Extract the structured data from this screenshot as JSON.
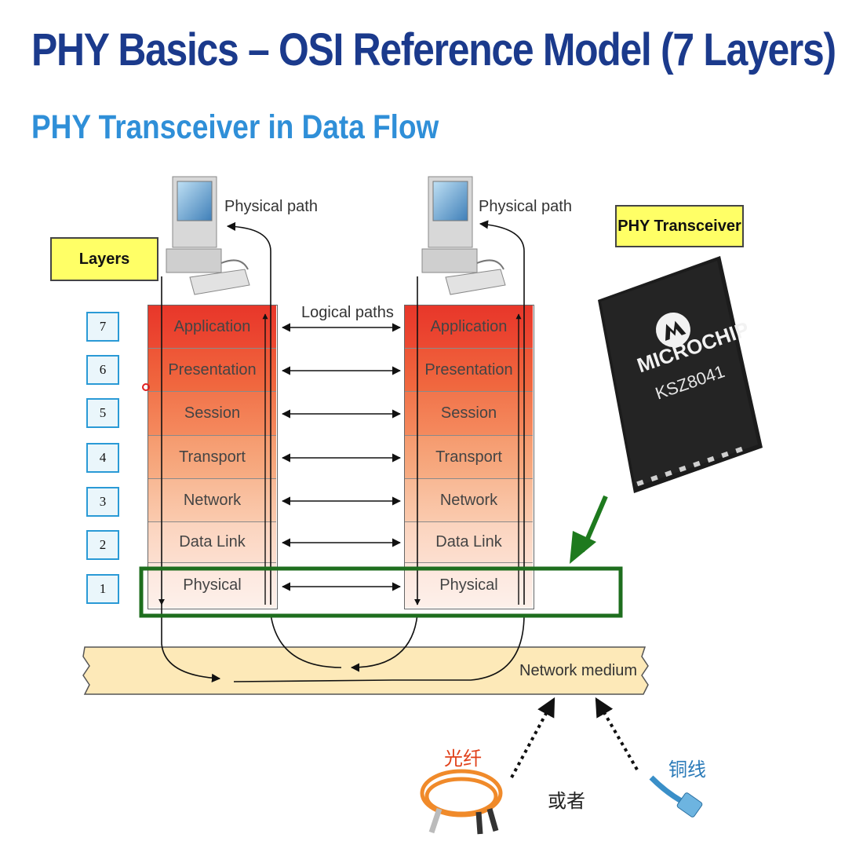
{
  "title": "PHY Basics – OSI Reference Model (7 Layers)",
  "subtitle": "PHY Transceiver in Data Flow",
  "layers_label": "Layers",
  "phy_transceiver_label": "PHY Transceiver",
  "physical_path_left": "Physical path",
  "physical_path_right": "Physical path",
  "logical_paths": "Logical paths",
  "network_medium": "Network medium",
  "layer_numbers": [
    "7",
    "6",
    "5",
    "4",
    "3",
    "2",
    "1"
  ],
  "layers": [
    "Application",
    "Presentation",
    "Session",
    "Transport",
    "Network",
    "Data Link",
    "Physical"
  ],
  "chip": {
    "brand": "MICROCHIP",
    "model": "KSZ8041"
  },
  "fiber_label": "光纤",
  "or_label": "或者",
  "copper_label": "铜线",
  "colors": {
    "title": "#1b3a8c",
    "subtitle": "#2f8fd8",
    "highlight_box": "#1e6e1e",
    "arrow_green": "#1e7a1e",
    "label_yellow": "#ffff66",
    "medium_fill": "#fde9b8",
    "fiber_orange": "#f08a2a",
    "copper_blue": "#3a8fc8"
  },
  "icons": [
    "computer-icon",
    "chip-icon",
    "fiber-cable-icon",
    "copper-cable-icon"
  ]
}
